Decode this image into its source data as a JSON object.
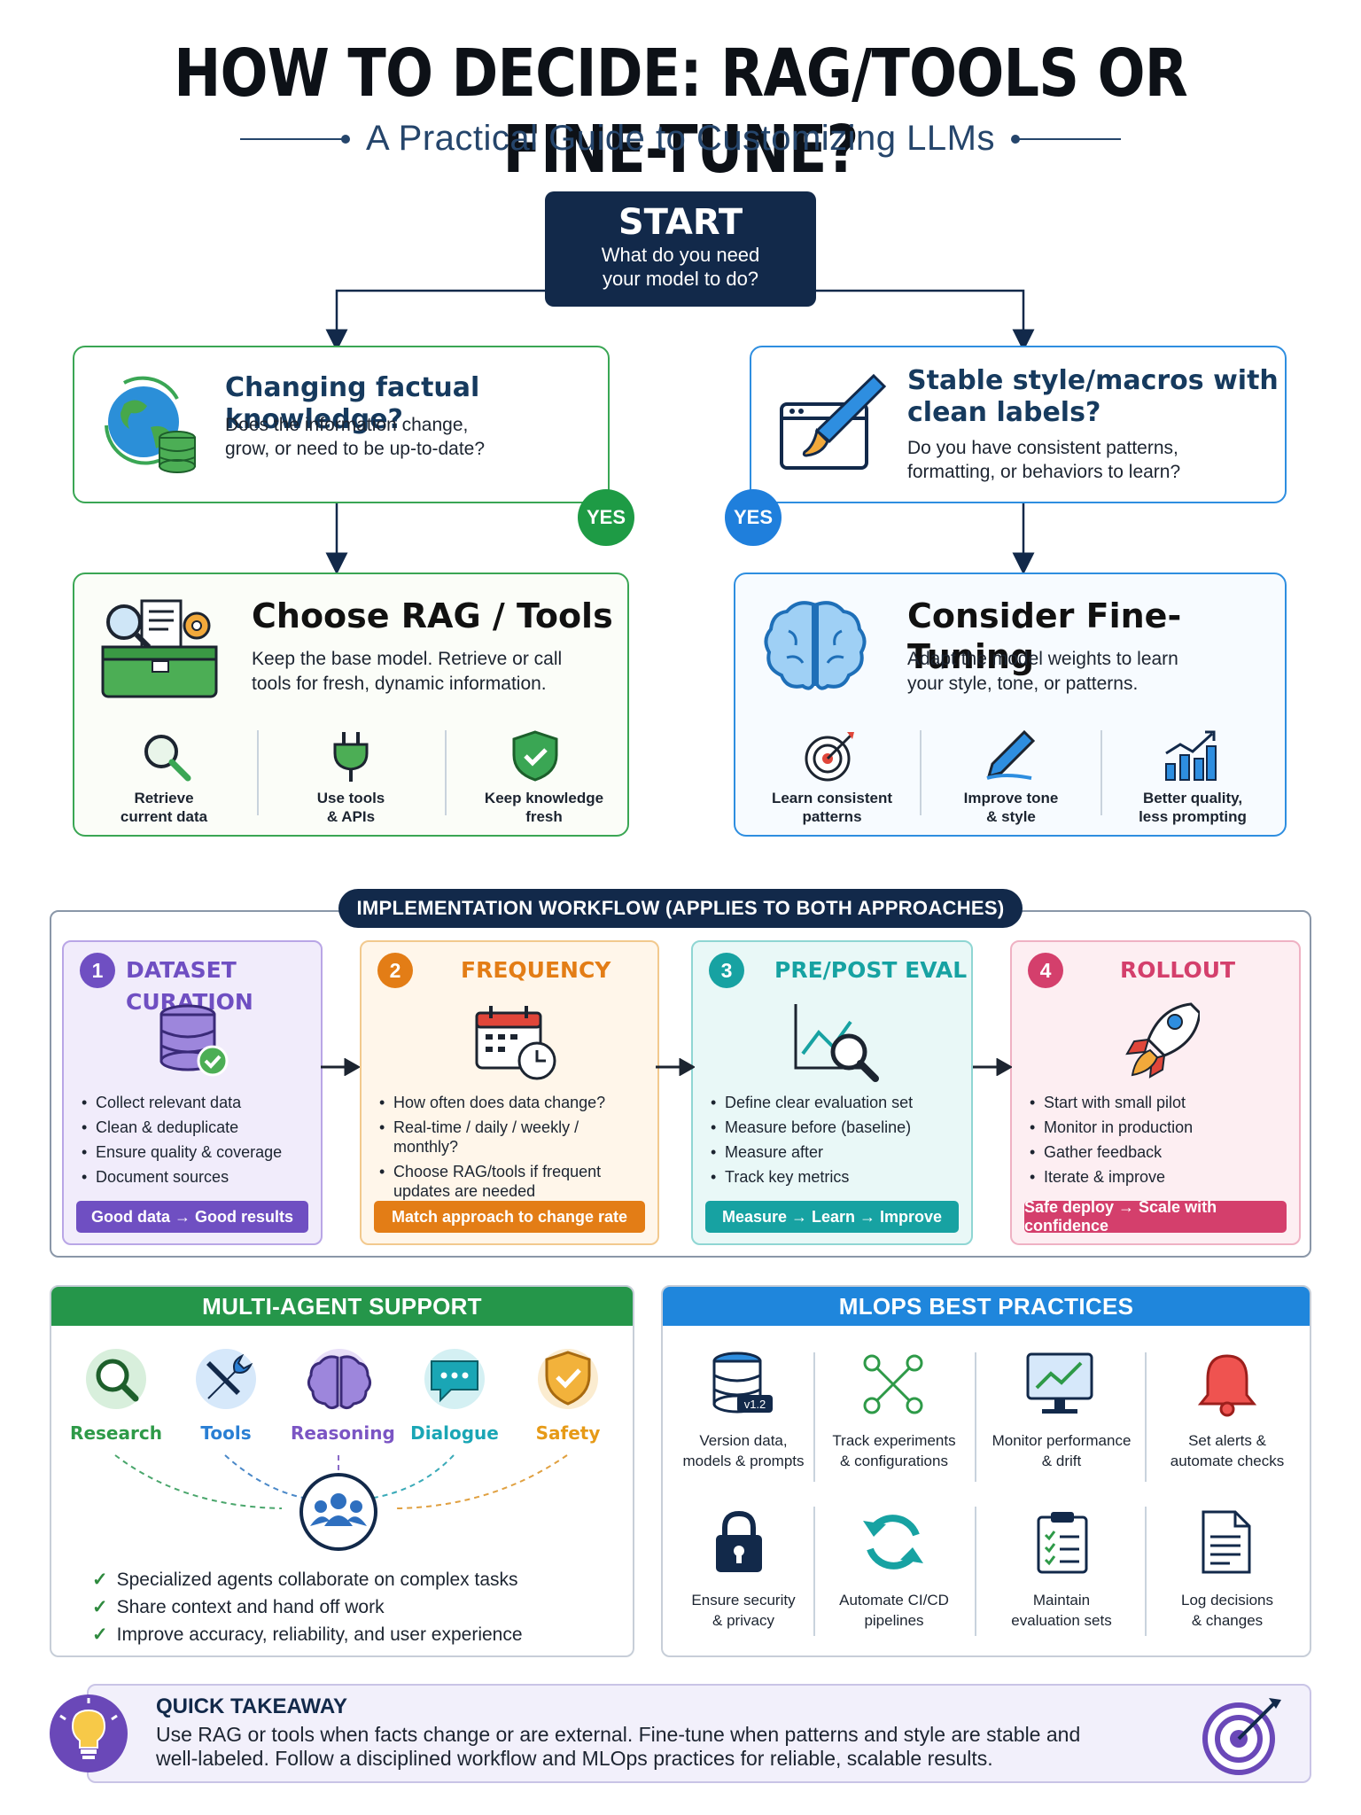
{
  "header": {
    "title": "HOW TO DECIDE: RAG/TOOLS OR FINE-TUNE?",
    "subtitle": "A Practical Guide to Customizing LLMs"
  },
  "start": {
    "heading": "START",
    "line1": "What do you need",
    "line2": "your model to do?"
  },
  "left_question": {
    "title": "Changing factual knowledge?",
    "line1": "Does the information change,",
    "line2": "grow, or need to be up-to-date?",
    "yes": "YES"
  },
  "right_question": {
    "title1": "Stable style/macros with",
    "title2": "clean labels?",
    "line1": "Do you have consistent patterns,",
    "line2": "formatting, or behaviors to learn?",
    "yes": "YES"
  },
  "rag": {
    "title": "Choose RAG / Tools",
    "line1": "Keep the base model. Retrieve or call",
    "line2": "tools for fresh, dynamic information.",
    "features": [
      {
        "l1": "Retrieve",
        "l2": "current data"
      },
      {
        "l1": "Use tools",
        "l2": "& APIs"
      },
      {
        "l1": "Keep knowledge",
        "l2": "fresh"
      }
    ]
  },
  "finetune": {
    "title": "Consider Fine-Tuning",
    "line1": "Adapt the model weights to learn",
    "line2": "your style, tone, or patterns.",
    "features": [
      {
        "l1": "Learn consistent",
        "l2": "patterns"
      },
      {
        "l1": "Improve tone",
        "l2": "& style"
      },
      {
        "l1": "Better quality,",
        "l2": "less prompting"
      }
    ]
  },
  "workflow": {
    "title": "IMPLEMENTATION WORKFLOW (APPLIES TO BOTH APPROACHES)",
    "steps": [
      {
        "num": "1",
        "title": "DATASET CURATION",
        "items": [
          "Collect relevant data",
          "Clean & deduplicate",
          "Ensure quality & coverage",
          "Document sources"
        ],
        "pill": "Good data → Good results",
        "color": "#6f4fc2",
        "bg": "#f1ecfb",
        "border": "#b9a6e6"
      },
      {
        "num": "2",
        "title": "FREQUENCY",
        "items": [
          "How often does data change?",
          "Real-time / daily / weekly / monthly?",
          "Choose RAG/tools if frequent updates are needed"
        ],
        "pill": "Match approach to change rate",
        "color": "#e37d16",
        "bg": "#fff6ea",
        "border": "#f2c98e"
      },
      {
        "num": "3",
        "title": "PRE/POST EVAL",
        "items": [
          "Define clear evaluation set",
          "Measure before (baseline)",
          "Measure after",
          "Track key metrics"
        ],
        "pill": "Measure → Learn → Improve",
        "color": "#17a2a2",
        "bg": "#e9f8f7",
        "border": "#8fd6d3"
      },
      {
        "num": "4",
        "title": "ROLLOUT",
        "items": [
          "Start with small pilot",
          "Monitor in production",
          "Gather feedback",
          "Iterate & improve"
        ],
        "pill": "Safe deploy → Scale with confidence",
        "color": "#d43f6c",
        "bg": "#fdeef2",
        "border": "#efb1c3"
      }
    ]
  },
  "multi_agent": {
    "title": "MULTI-AGENT SUPPORT",
    "agents": [
      {
        "label": "Research",
        "color": "#2e9a48"
      },
      {
        "label": "Tools",
        "color": "#2a7fd4"
      },
      {
        "label": "Reasoning",
        "color": "#7b55c4"
      },
      {
        "label": "Dialogue",
        "color": "#1aa6b5"
      },
      {
        "label": "Safety",
        "color": "#e69a17"
      }
    ],
    "points": [
      "Specialized agents collaborate on complex tasks",
      "Share context and hand off work",
      "Improve accuracy, reliability, and user experience"
    ]
  },
  "mlops": {
    "title": "MLOPS BEST PRACTICES",
    "version_badge": "v1.2",
    "items": [
      {
        "l1": "Version data,",
        "l2": "models & prompts"
      },
      {
        "l1": "Track experiments",
        "l2": "& configurations"
      },
      {
        "l1": "Monitor performance",
        "l2": "& drift"
      },
      {
        "l1": "Set alerts &",
        "l2": "automate checks"
      },
      {
        "l1": "Ensure security",
        "l2": "& privacy"
      },
      {
        "l1": "Automate CI/CD",
        "l2": "pipelines"
      },
      {
        "l1": "Maintain",
        "l2": "evaluation sets"
      },
      {
        "l1": "Log decisions",
        "l2": "& changes"
      }
    ]
  },
  "takeaway": {
    "title": "QUICK TAKEAWAY",
    "line1": "Use RAG or tools when facts change or are external. Fine-tune when patterns and style are stable and",
    "line2": "well-labeled. Follow a disciplined workflow and MLOps practices for reliable, scalable results."
  },
  "colors": {
    "navy": "#12294a",
    "green": "#3aa654",
    "blue": "#2e8ee0",
    "purple": "#6f4fc2"
  }
}
